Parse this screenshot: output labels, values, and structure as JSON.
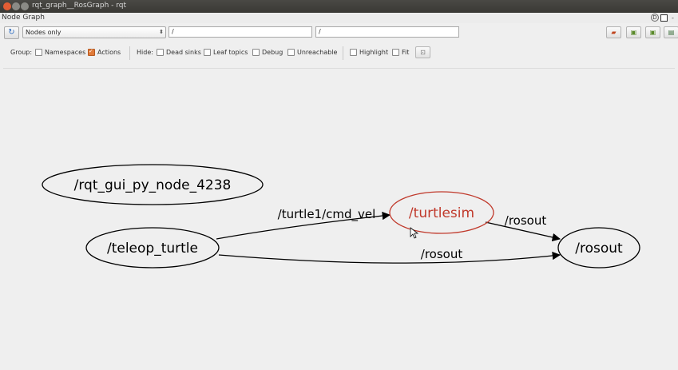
{
  "window": {
    "title": "rqt_graph__RosGraph - rqt"
  },
  "plugin": {
    "title": "Node Graph",
    "help_label": "D",
    "restore_icon": "window-restore-icon",
    "close_label": "-"
  },
  "toolbar": {
    "refresh_icon": "refresh-icon",
    "mode": "Nodes only",
    "namespace_filter": "/",
    "topic_filter": "/"
  },
  "options": {
    "group_label": "Group:",
    "namespaces": {
      "label": "Namespaces",
      "checked": false
    },
    "actions": {
      "label": "Actions",
      "checked": true
    },
    "hide_label": "Hide:",
    "dead_sinks": {
      "label": "Dead sinks",
      "checked": false
    },
    "leaf_topics": {
      "label": "Leaf topics",
      "checked": false
    },
    "debug": {
      "label": "Debug",
      "checked": false
    },
    "unreachable": {
      "label": "Unreachable",
      "checked": false
    },
    "highlight": {
      "label": "Highlight",
      "checked": false
    },
    "fit": {
      "label": "Fit",
      "checked": false
    }
  },
  "graph": {
    "nodes": {
      "rqt_gui": "/rqt_gui_py_node_4238",
      "teleop": "/teleop_turtle",
      "turtlesim": "/turtlesim",
      "rosout": "/rosout"
    },
    "edges": {
      "cmd_vel": "/turtle1/cmd_vel",
      "turtlesim_rosout": "/rosout",
      "teleop_rosout": "/rosout"
    },
    "colors": {
      "highlight_node": "#c0392b",
      "default": "#000000"
    }
  }
}
